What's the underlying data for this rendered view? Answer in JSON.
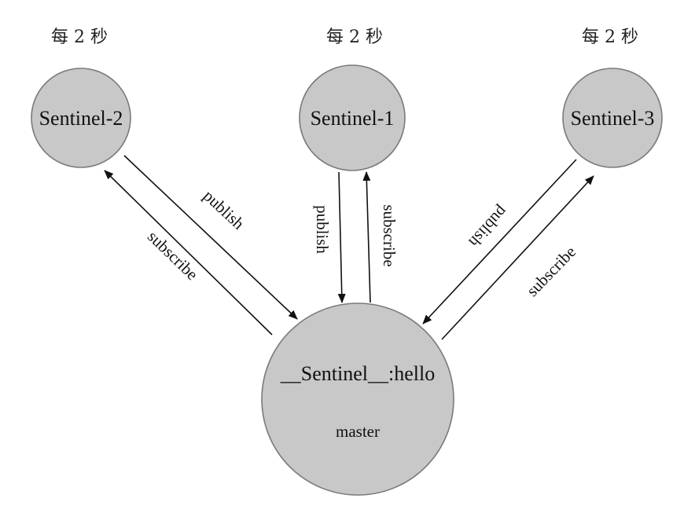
{
  "nodes": {
    "sentinel_2": {
      "label": "Sentinel-2",
      "frequency": "每 2 秒"
    },
    "sentinel_1": {
      "label": "Sentinel-1",
      "frequency": "每 2 秒"
    },
    "sentinel_3": {
      "label": "Sentinel-3",
      "frequency": "每 2 秒"
    },
    "master": {
      "channel": "__Sentinel__:hello",
      "label": "master"
    }
  },
  "edges": {
    "sentinel_2_publish": "publish",
    "sentinel_2_subscribe": "subscribe",
    "sentinel_1_publish": "publish",
    "sentinel_1_subscribe": "subscribe",
    "sentinel_3_publish": "publish",
    "sentinel_3_subscribe": "subscribe"
  },
  "colors": {
    "node_fill": "#c8c8c8",
    "node_stroke": "#7a7a7a",
    "line": "#111111"
  }
}
